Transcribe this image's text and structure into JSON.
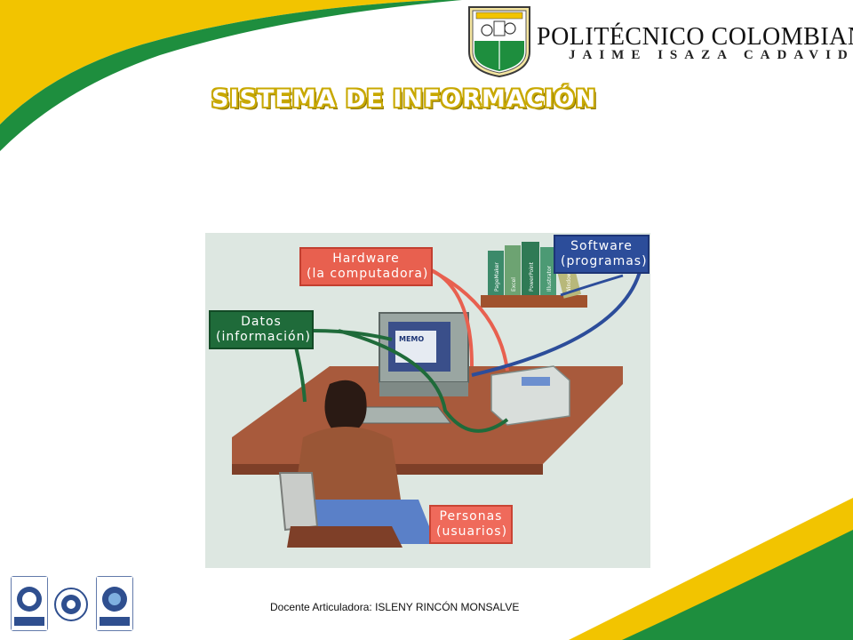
{
  "header": {
    "institution_name": "POLITÉCNICO COLOMBIANO",
    "institution_subtitle": "JAIME ISAZA CADAVID",
    "logo_icon": "coat-of-arms-shield-icon"
  },
  "slide": {
    "title": "SISTEMA DE INFORMACIÓN"
  },
  "illustration": {
    "labels": {
      "hardware": [
        "Hardware",
        "(la computadora)"
      ],
      "software": [
        "Software",
        "(programas)"
      ],
      "datos": [
        "Datos",
        "(información)"
      ],
      "personas": [
        "Personas",
        "(usuarios)"
      ]
    },
    "screen_text": "MEMO",
    "book_spines": [
      "PageMaker",
      "Excel",
      "PowerPoint",
      "Illustrator",
      "Windows"
    ]
  },
  "footer": {
    "label": "Docente Articuladora:",
    "value": "ISLENY RINCÓN MONSALVE"
  },
  "colors": {
    "brand_green": "#1e8e3e",
    "brand_yellow": "#f2c400",
    "hardware_red": "#e8604f",
    "software_blue": "#2c4d9a",
    "datos_green": "#1f6b3a"
  }
}
